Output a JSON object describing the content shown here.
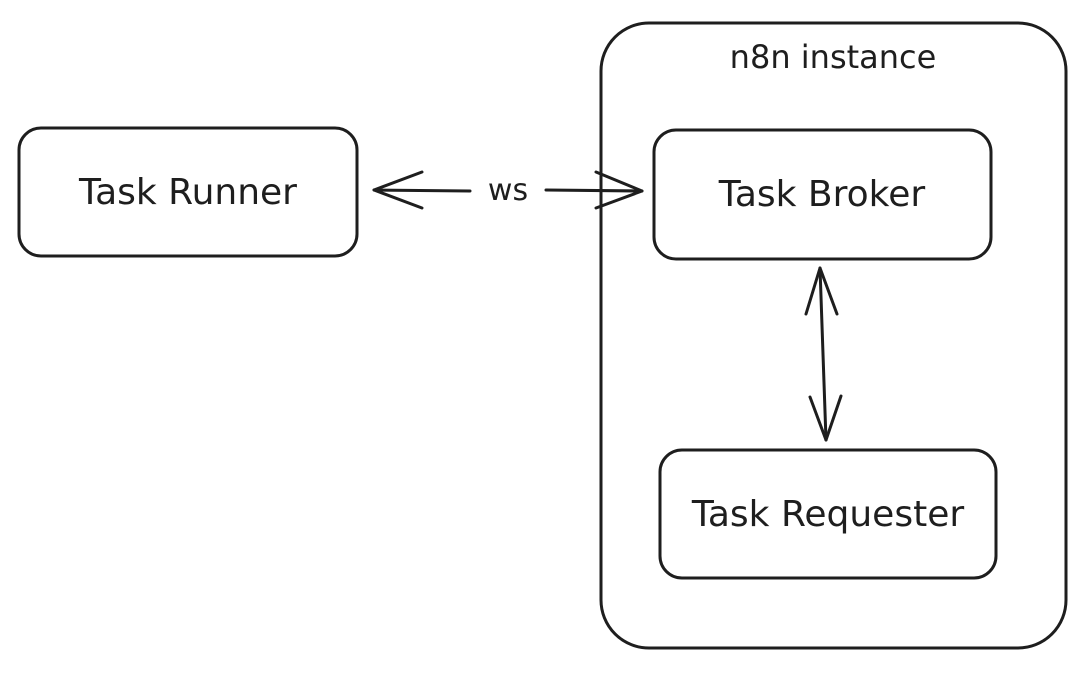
{
  "container": {
    "label": "n8n instance"
  },
  "nodes": {
    "task_runner": {
      "label": "Task Runner"
    },
    "task_broker": {
      "label": "Task Broker"
    },
    "task_requester": {
      "label": "Task Requester"
    }
  },
  "edges": {
    "runner_broker": {
      "label": "ws",
      "direction": "bidirectional"
    },
    "broker_requester": {
      "label": "",
      "direction": "bidirectional"
    }
  },
  "colors": {
    "stroke": "#1e1e1e",
    "background": "#ffffff"
  }
}
